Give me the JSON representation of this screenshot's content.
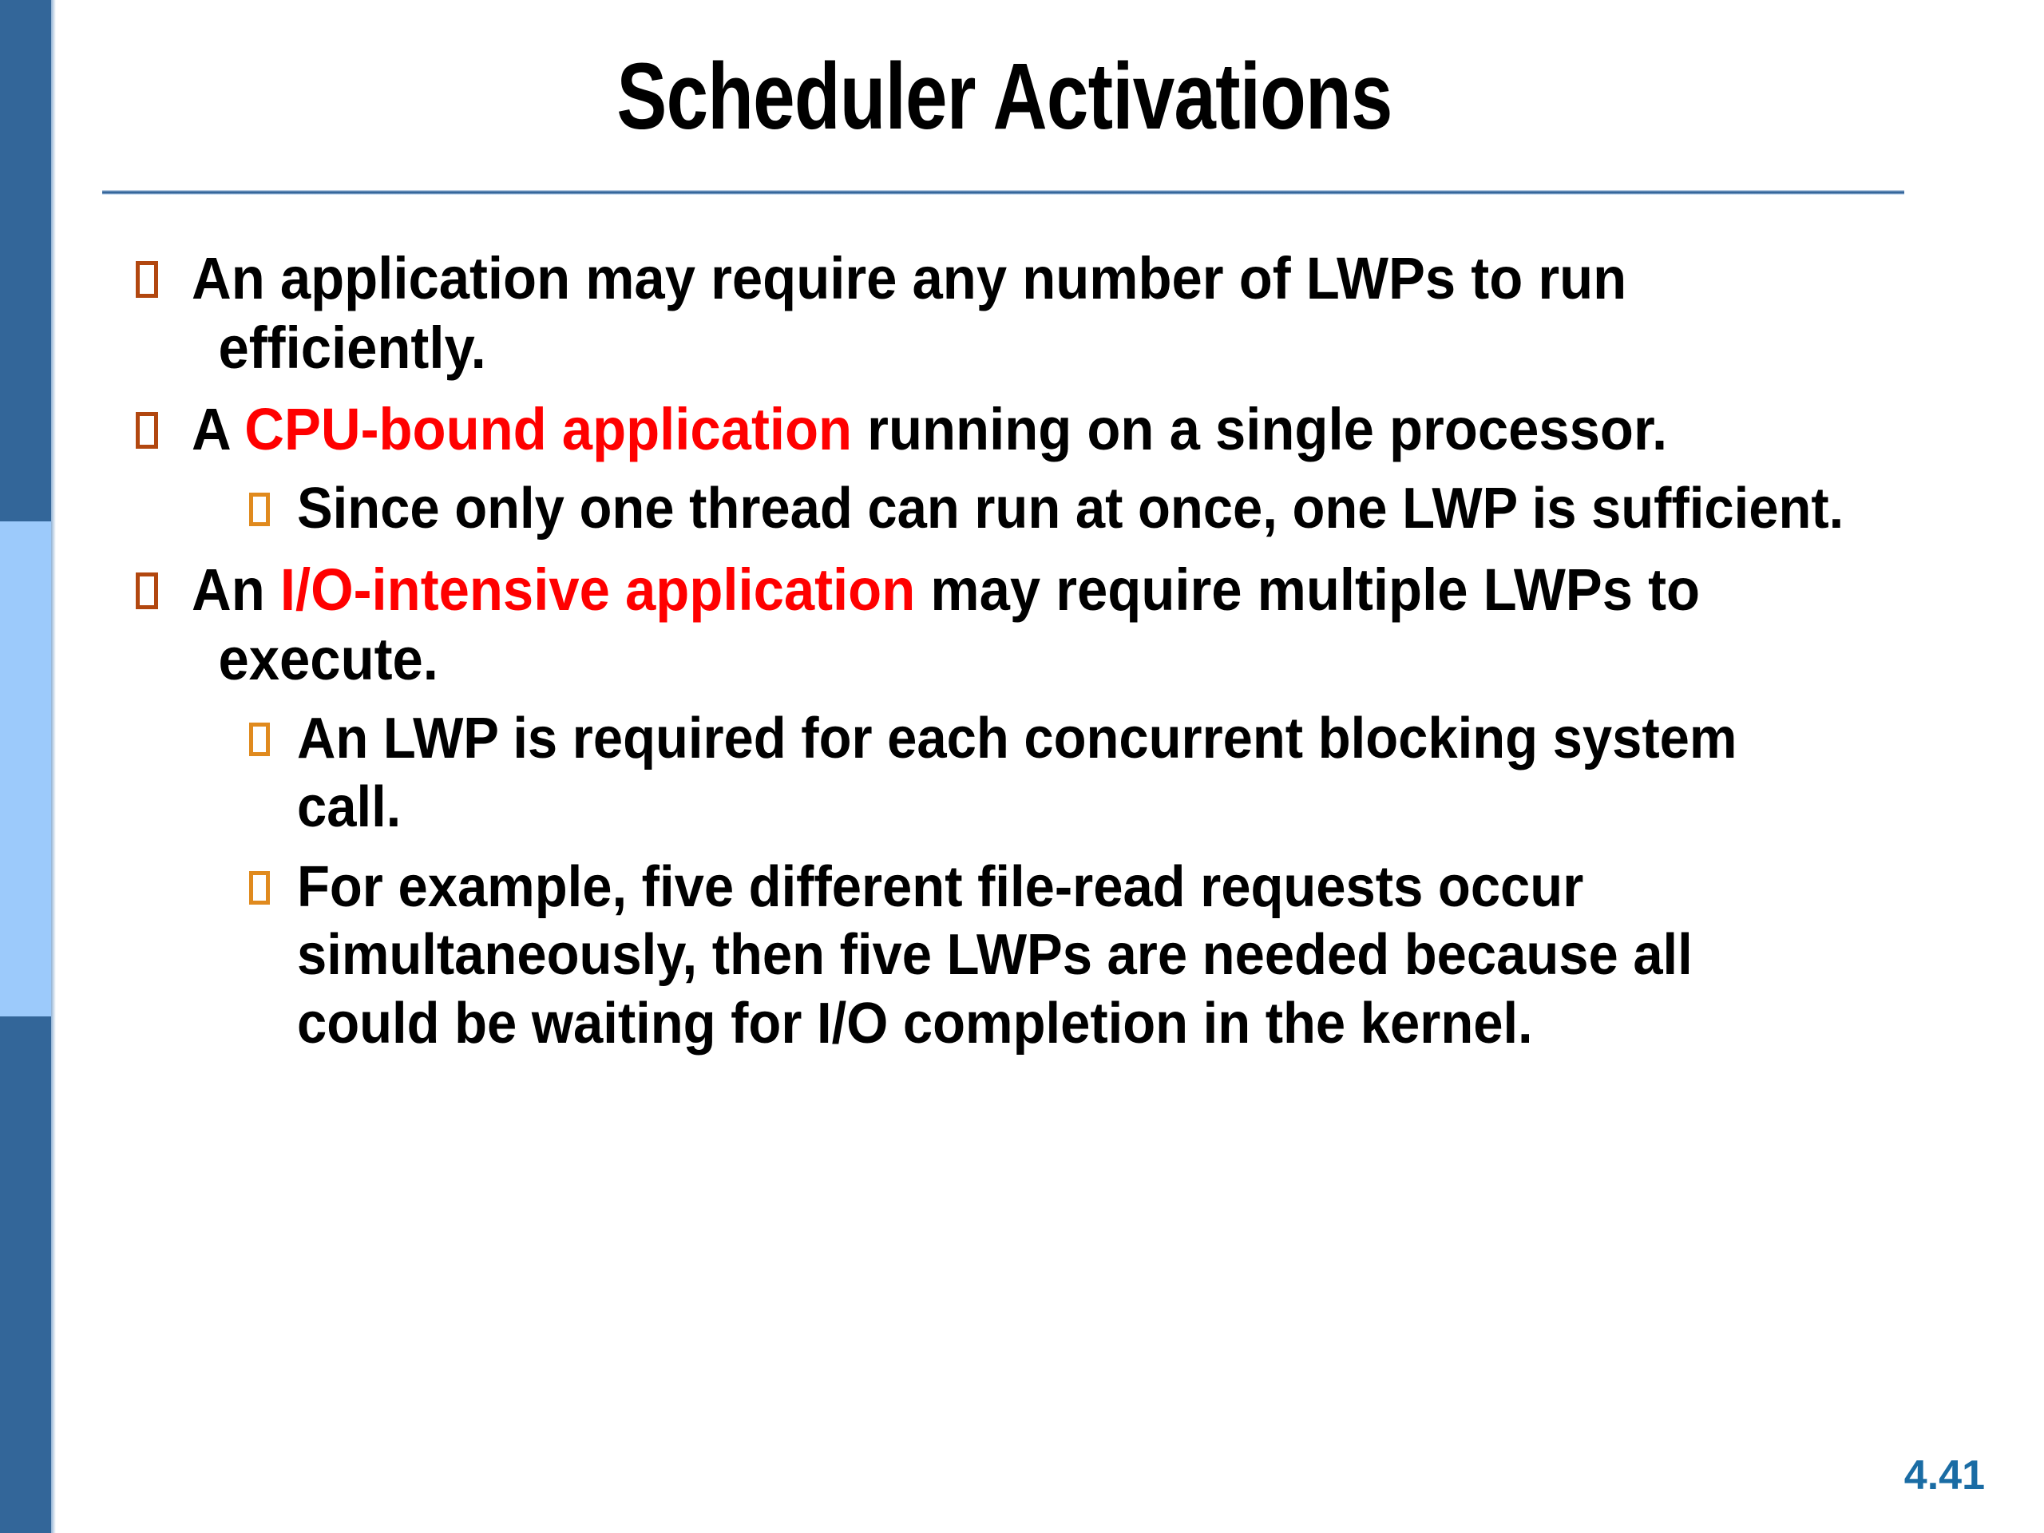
{
  "slide": {
    "title": "Scheduler Activations",
    "page_number": "4.41",
    "colors": {
      "sidebar_dark": "#336699",
      "sidebar_light": "#9CCAFB",
      "rule_blue": "#3C6FA5",
      "bullet_level1": "#B2470F",
      "bullet_level2": "#E08A1E",
      "highlight_red": "#FF0000",
      "page_number_blue": "#1A6CA4",
      "body_text": "#000000",
      "background": "#FFFFFF"
    },
    "bullet_glyph": "hollow-rectangle-box"
  },
  "bullets": [
    {
      "level": 1,
      "marker": "box-bullet-orange-dark",
      "runs": [
        {
          "text": "An application may require any number of LWPs to run efficiently.",
          "style": "normal"
        }
      ]
    },
    {
      "level": 1,
      "marker": "box-bullet-orange-dark",
      "runs": [
        {
          "text": "A ",
          "style": "normal"
        },
        {
          "text": "CPU-bound application",
          "style": "red"
        },
        {
          "text": " running on a single processor.",
          "style": "normal"
        }
      ]
    },
    {
      "level": 2,
      "marker": "box-bullet-orange-light",
      "runs": [
        {
          "text": " Since only one thread can run at once, one LWP is sufficient.",
          "style": "normal"
        }
      ]
    },
    {
      "level": 1,
      "marker": "box-bullet-orange-dark",
      "runs": [
        {
          "text": "An ",
          "style": "normal"
        },
        {
          "text": "I/O-intensive application",
          "style": "red"
        },
        {
          "text": " may require multiple LWPs to execute.",
          "style": "normal"
        }
      ]
    },
    {
      "level": 2,
      "marker": "box-bullet-orange-light",
      "runs": [
        {
          "text": "An LWP is required for each concurrent blocking system call.",
          "style": "normal"
        }
      ]
    },
    {
      "level": 2,
      "marker": "box-bullet-orange-light",
      "runs": [
        {
          "text": "For example, five different file-read requests occur simultaneously, then five LWPs are needed because all could be waiting for I/O completion in the kernel.",
          "style": "normal"
        }
      ]
    }
  ]
}
